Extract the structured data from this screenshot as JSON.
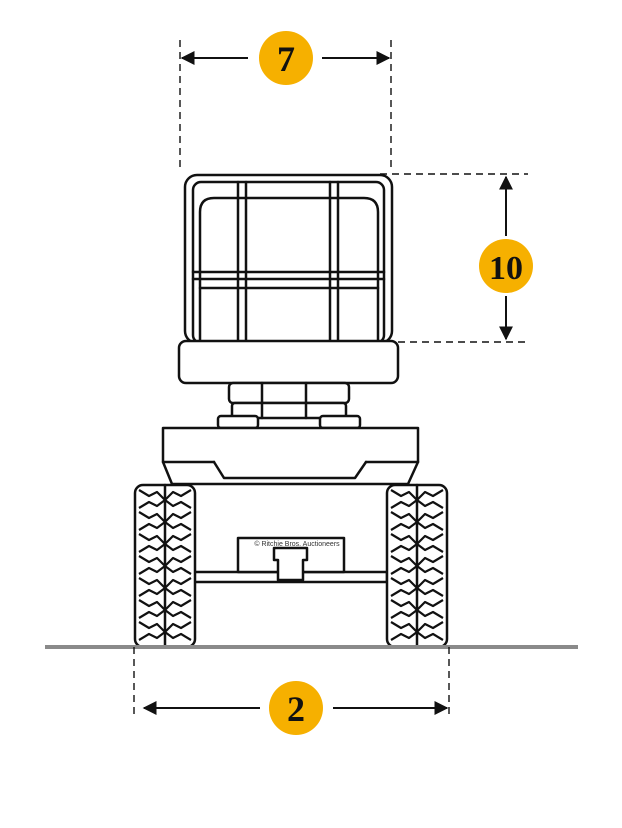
{
  "dimensions": [
    {
      "id": "platform-width",
      "label": "7"
    },
    {
      "id": "platform-height",
      "label": "10"
    },
    {
      "id": "track-width",
      "label": "2"
    }
  ],
  "watermark": "© Ritchie Bros. Auctioneers",
  "colors": {
    "badge": "#F6B000",
    "line": "#111111",
    "ground": "#8a8a8a"
  }
}
